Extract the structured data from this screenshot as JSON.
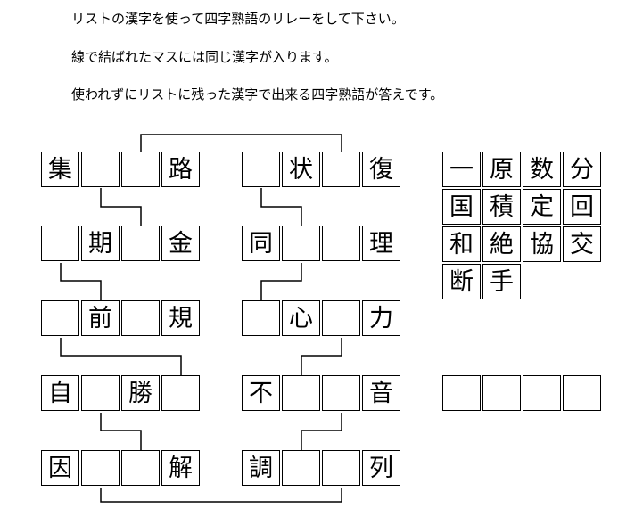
{
  "instructions": [
    "リストの漢字を使って四字熟語のリレーをして下さい。",
    "線で結ばれたマスには同じ漢字が入ります。",
    "使われずにリストに残った漢字で出来る四字熟語が答えです。"
  ],
  "left_column": [
    [
      "集",
      "",
      "",
      "路"
    ],
    [
      "",
      "期",
      "",
      "金"
    ],
    [
      "",
      "前",
      "",
      "規"
    ],
    [
      "自",
      "",
      "勝",
      ""
    ],
    [
      "因",
      "",
      "",
      "解"
    ]
  ],
  "right_column": [
    [
      "",
      "状",
      "",
      "復"
    ],
    [
      "同",
      "",
      "",
      "理"
    ],
    [
      "",
      "心",
      "",
      "力"
    ],
    [
      "不",
      "",
      "",
      "音"
    ],
    [
      "調",
      "",
      "",
      "列"
    ]
  ],
  "kanji_list": [
    [
      "一",
      "原",
      "数",
      "分"
    ],
    [
      "国",
      "積",
      "定",
      "回"
    ],
    [
      "和",
      "絶",
      "協",
      "交"
    ],
    [
      "断",
      "手"
    ]
  ],
  "answer_cells": [
    "",
    "",
    "",
    ""
  ]
}
